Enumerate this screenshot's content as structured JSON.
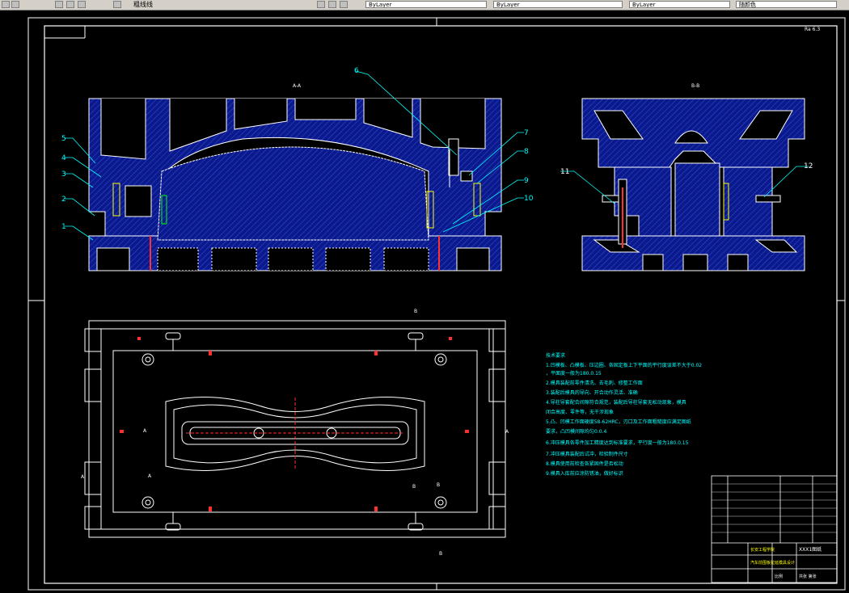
{
  "toolbar": {
    "left_label": "粗线线",
    "fields": [
      "ByLayer",
      "ByLayer",
      "ByLayer",
      "随颜色"
    ]
  },
  "sheet": {
    "corner_mark": "Ra 6.3",
    "section_aa_title": "A-A",
    "section_bb_title": "B-B",
    "view_marks": {
      "top_b": "B",
      "bottom_b": "B",
      "right_a": "A",
      "left_a": "A",
      "b_a_left": "A",
      "b_a_right": "A",
      "b_mid_1": "B",
      "b_mid_2": "B"
    },
    "part_numbers_left": [
      "5",
      "4",
      "3",
      "2",
      "1"
    ],
    "part_numbers_right": [
      "6",
      "7",
      "8",
      "9",
      "10"
    ],
    "part_numbers_bb": [
      "11",
      "12"
    ]
  },
  "notes": {
    "heading": "技术要求",
    "lines": [
      "1.凹模板、凸模板、压边圈、各固定板上下平面的平行度误差不大于0.02",
      "   ，平面度一般为180.0.15",
      "2.模具装配前零件清洗、去毛刺、修整工作面",
      "3.装配后模具的导向、开合动作灵活、准确",
      "4.导柱导套配合间隙符合规范，装配后导柱导套无松动现象，模具",
      "   闭合高度、零件等，无干涉现象",
      "5.凸、凹模工作面硬度58-62HRC，刃口及工作面粗糙度应满足图纸",
      "   要求，凸凹模间隙均匀0.0.4",
      "6.冲压模具各零件加工精度达到标准要求，平行度一般为180.0.15",
      "7.冲压模具装配后试冲，检验制件尺寸",
      "8.模具使用前检查各紧固件是否松动",
      "9.模具入库前应涂防锈油，做好标识"
    ]
  },
  "title_block": {
    "company": "长安工程学院",
    "drawing_title": "汽车前围板拉延模具设计",
    "drawing_no": "XXX1图纸",
    "scale": "比例",
    "sheet": "共张 第张"
  },
  "colors": {
    "section_fill": "#0a1a8c",
    "outline": "#ffffff",
    "annotation": "#00ffff",
    "hidden": "#ff3030",
    "accent": "#ffff00"
  }
}
